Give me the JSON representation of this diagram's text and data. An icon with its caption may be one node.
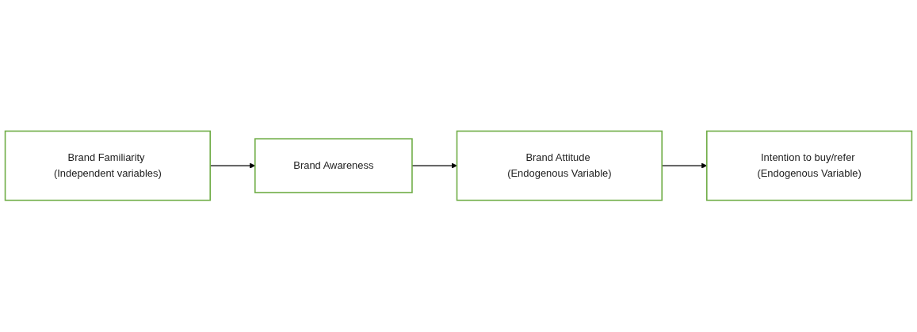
{
  "diagram": {
    "nodes": [
      {
        "text": [
          "Brand Awareness"
        ]
      },
      {
        "text": [
          "Brand Attitude (Endogenous Variable)"
        ]
      },
      {
        "text": [
          "Intention to buy/refer (Endogenous Variable)"
        ]
      },
      {
        "text": [
          "Brand Familiarity (Independent variables)"
        ]
      }
    ],
    "edges": [
      {
        "from": 0,
        "to": 1,
        "arrow": "to"
      },
      {
        "from": 1,
        "to": 2,
        "arrow": "to"
      },
      {
        "from": 3,
        "to": 0,
        "arrow": "to"
      }
    ]
  }
}
